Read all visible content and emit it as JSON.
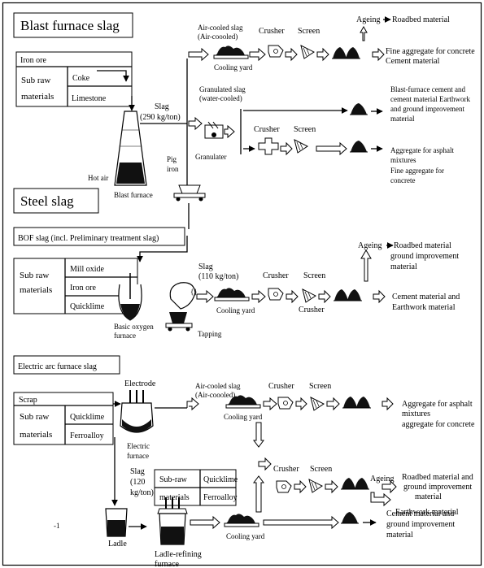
{
  "sections": {
    "blast_furnace_slag": "Blast furnace slag",
    "steel_slag": "Steel slag",
    "bof_slag": "BOF slag (incl. Preliminary treatment slag)",
    "eaf_slag": "Electric arc furnace slag"
  },
  "blast": {
    "iron_ore": "Iron ore",
    "sub_raw_1": "Sub raw",
    "sub_raw_2": "materials",
    "coke": "Coke",
    "limestone": "Limestone",
    "slag_1": "Slag",
    "slag_2": "(290 kg/ton)",
    "hot_air": "Hot air",
    "furnace": "Blast furnace",
    "pig_1": "Pig",
    "pig_2": "iron",
    "aircooled_1": "Air-cooled slag",
    "aircooled_2": "(Air-coooled)",
    "cooling_yard": "Cooling yard",
    "crusher": "Crusher",
    "screen": "Screen",
    "ageing": "Ageing",
    "roadbed": "Roadbed material",
    "fine_agg": "Fine aggregate for concrete",
    "cement_mat": "Cement material",
    "granulated_1": "Granulated slag",
    "granulated_2": "(water-cooled)",
    "granulater": "Granulater",
    "crusher2": "Crusher",
    "screen2": "Screen",
    "bf_cement_1": "Blast-furnace cement and",
    "bf_cement_2": "cement material Earthwork",
    "bf_cement_3": "and ground improvement",
    "bf_cement_4": "material",
    "asphalt_1": "Aggregate for asphalt",
    "asphalt_2": "mixtures",
    "fine2_1": "Fine aggregate for",
    "fine2_2": "concrete"
  },
  "bof": {
    "sub_raw_1": "Sub raw",
    "sub_raw_2": "materials",
    "mill_oxide": "Mill oxide",
    "iron_ore": "Iron ore",
    "quicklime": "Quicklime",
    "furnace_1": "Basic oxygen",
    "furnace_2": "furnace",
    "tapping": "Tapping",
    "slag_1": "Slag",
    "slag_2": "(110 kg/ton)",
    "cooling_yard": "Cooling yard",
    "crusher": "Crusher",
    "screen": "Screen",
    "crusher_b": "Crusher",
    "ageing": "Ageing",
    "roadbed_1": "Roadbed material",
    "roadbed_2": "ground improvement",
    "roadbed_3": "material",
    "cement_1": "Cement material and",
    "cement_2": "Earthwork material"
  },
  "eaf": {
    "scrap": "Scrap",
    "sub_raw_1": "Sub raw",
    "sub_raw_2": "materials",
    "quicklime": "Quicklime",
    "ferroalloy": "Ferroalloy",
    "electrode": "Electrode",
    "furnace_1": "Electric",
    "furnace_2": "furnace",
    "slag_1": "Slag",
    "slag_2": "(120",
    "slag_3": "kg/ton)",
    "aircooled_1": "Air-cooled slag",
    "aircooled_2": "(Air-coooled)",
    "cooling_yard": "Cooling yard",
    "crusher": "Crusher",
    "screen": "Screen",
    "asphalt_1": "Aggregate for asphalt",
    "asphalt_2": "mixtures",
    "asphalt_3": "aggregate for concrete",
    "sub2_1": "Sub-raw",
    "sub2_2": "materials",
    "quicklime2": "Quicklime",
    "ferroalloy2": "Ferroalloy",
    "crusher2": "Crusher",
    "screen2": "Screen",
    "ageing": "Ageing",
    "roadbed_1": "Roadbed material and",
    "roadbed_2": "ground improvement",
    "roadbed_3": "material",
    "earthwork": "Earthwork material",
    "ladle": "Ladle",
    "lrf_1": "Ladle-refining",
    "lrf_2": "furnace",
    "cooling_yard2": "Cooling yard",
    "cement_1": "Cement material and",
    "cement_2": "ground improvement",
    "cement_3": "material",
    "footnote": "-1"
  }
}
